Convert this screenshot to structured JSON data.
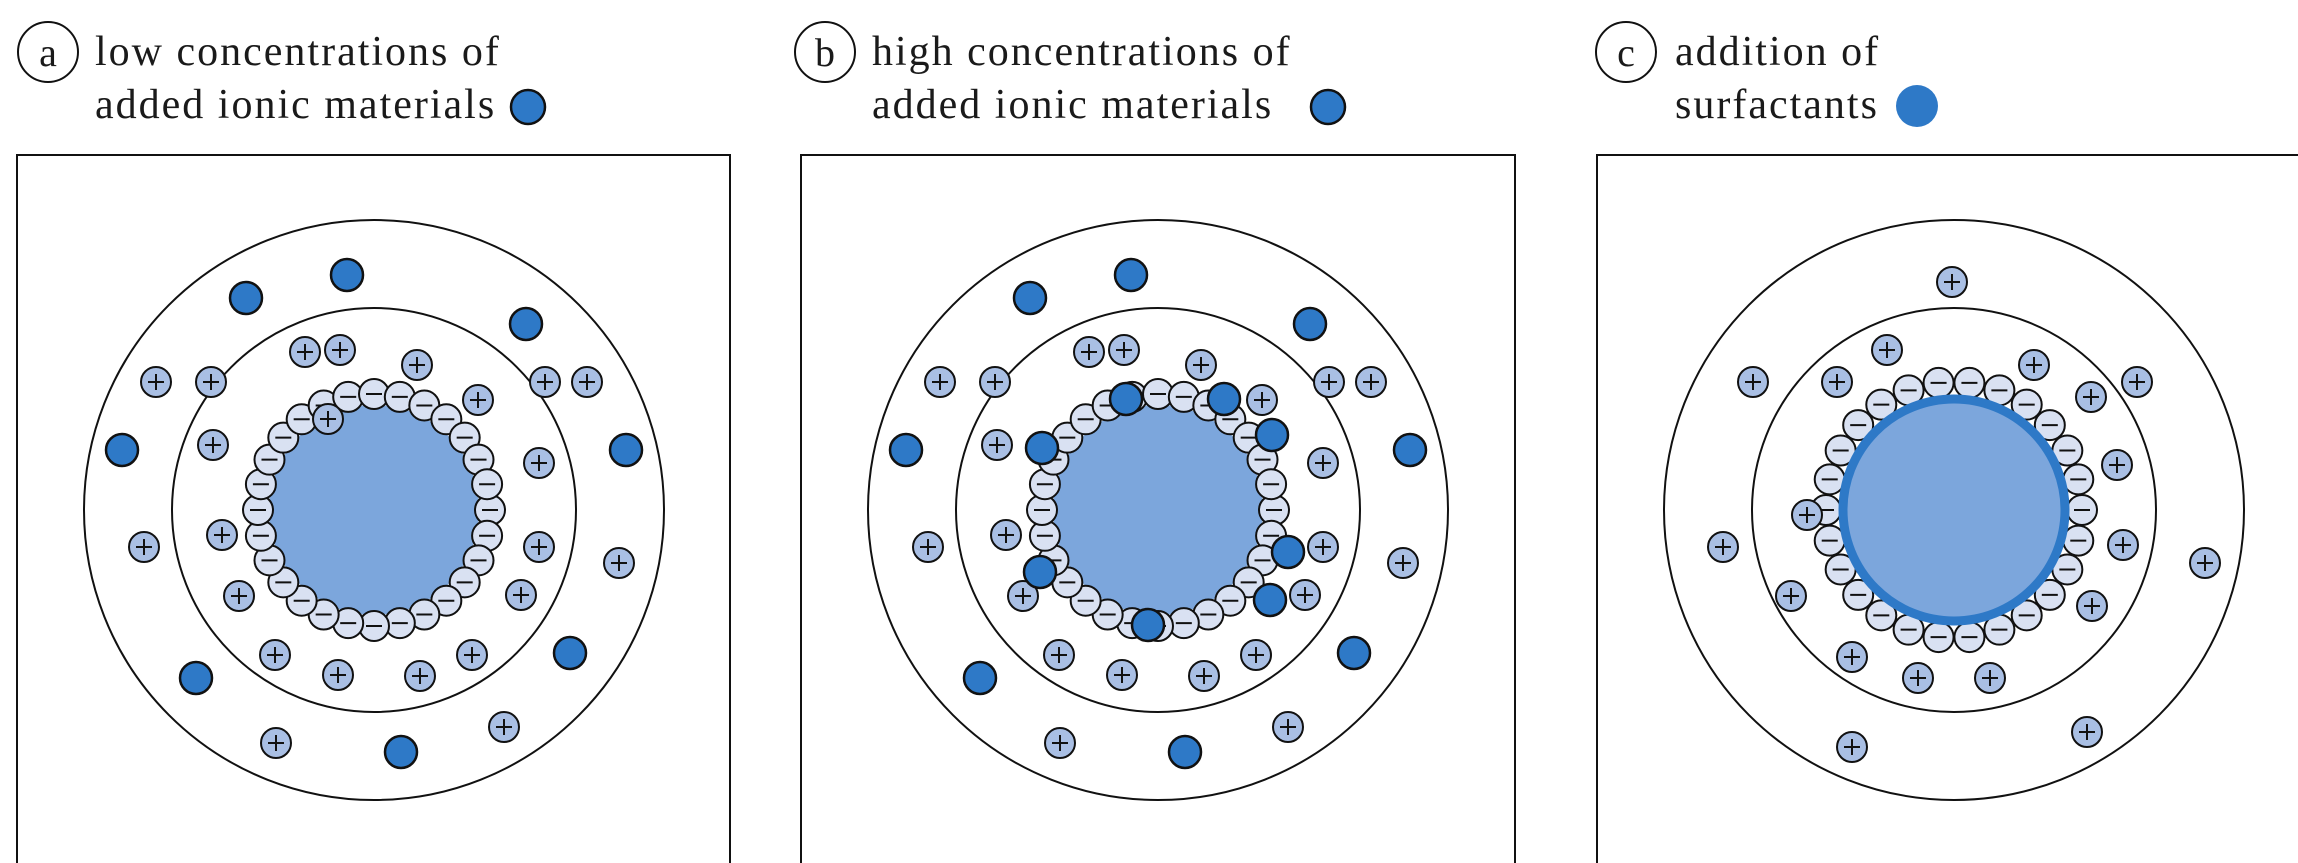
{
  "colors": {
    "particle": "#7ca6dc",
    "ion": "#2e79c7",
    "positive": "#a9bfe4",
    "negative": "#d9e1f2",
    "stroke": "#111111",
    "surfactant_ring": "#2e79c7"
  },
  "panels": [
    {
      "id": "a",
      "letter": "a",
      "line1": "low concentrations of",
      "line2": "added ionic materials",
      "legend_icon": "ionic-material-dot-icon"
    },
    {
      "id": "b",
      "letter": "b",
      "line1": "high concentrations of",
      "line2": "added ionic materials",
      "legend_icon": "ionic-material-dot-icon"
    },
    {
      "id": "c",
      "letter": "c",
      "line1": "addition of",
      "line2": "surfactants",
      "legend_icon": "surfactant-dot-icon"
    }
  ]
}
